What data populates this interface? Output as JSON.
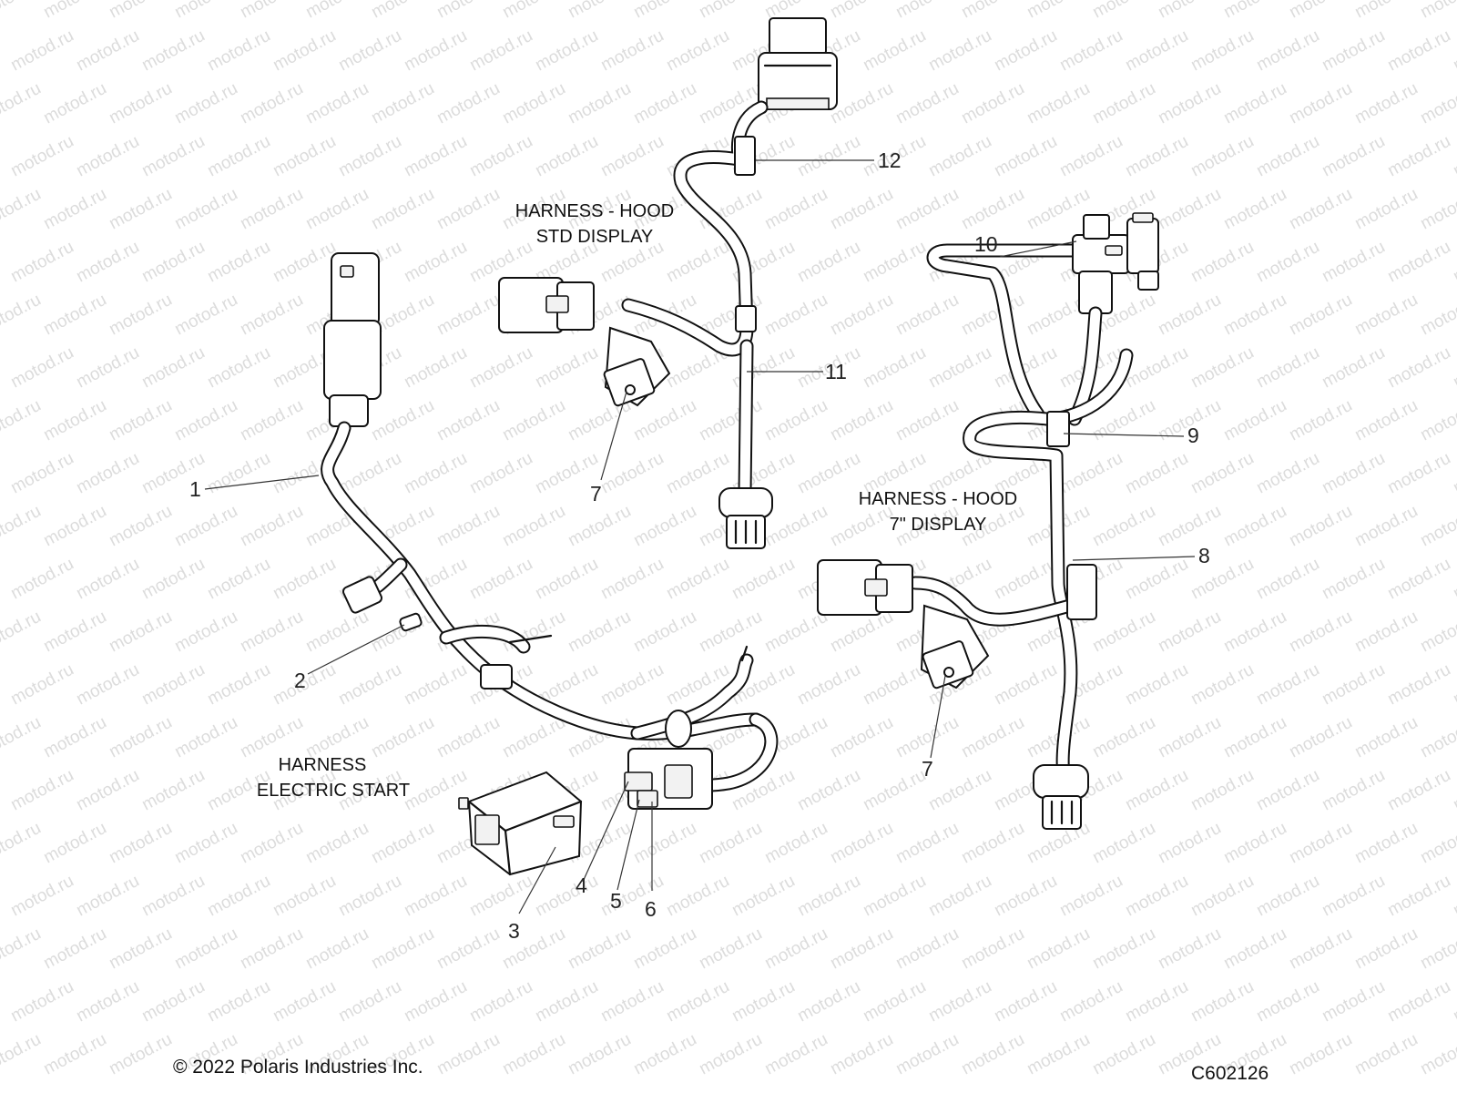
{
  "watermark": {
    "text": "motod.ru"
  },
  "groups": [
    {
      "id": "hood-std",
      "lines": [
        "HARNESS - HOOD",
        "STD DISPLAY"
      ]
    },
    {
      "id": "hood-7",
      "lines": [
        "HARNESS - HOOD",
        "7\" DISPLAY"
      ]
    },
    {
      "id": "electric-start",
      "lines": [
        "HARNESS",
        "ELECTRIC START"
      ]
    }
  ],
  "callouts": [
    "1",
    "2",
    "3",
    "4",
    "5",
    "6",
    "7",
    "7",
    "8",
    "9",
    "10",
    "11",
    "12"
  ],
  "footer": {
    "copyright": "© 2022 Polaris Industries Inc.",
    "code": "C602126"
  }
}
